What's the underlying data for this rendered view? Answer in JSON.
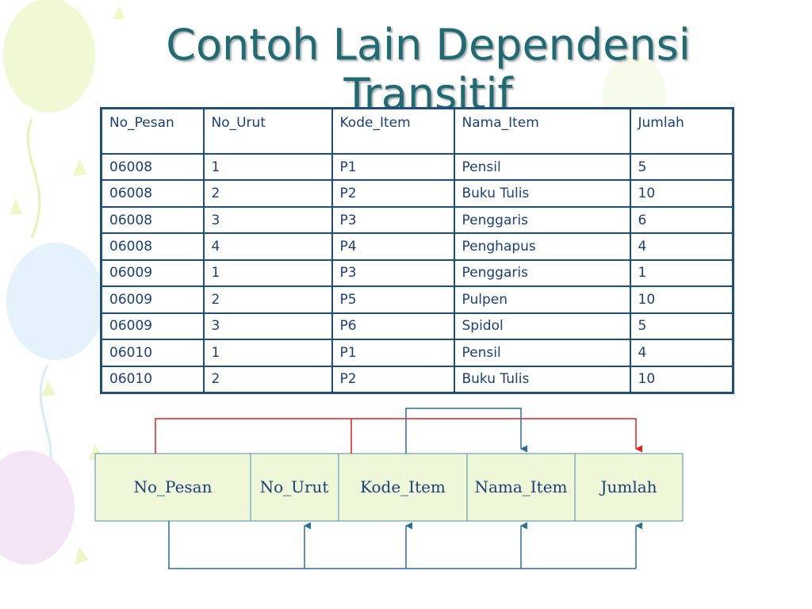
{
  "slide": {
    "title_line1": "Contoh Lain Dependensi",
    "title_line2": "Transitif"
  },
  "table": {
    "headers": [
      "No_Pesan",
      "No_Urut",
      "Kode_Item",
      "Nama_Item",
      "Jumlah"
    ],
    "rows": [
      [
        "06008",
        "1",
        "P1",
        "Pensil",
        "5"
      ],
      [
        "06008",
        "2",
        "P2",
        "Buku Tulis",
        "10"
      ],
      [
        "06008",
        "3",
        "P3",
        "Penggaris",
        "6"
      ],
      [
        "06008",
        "4",
        "P4",
        "Penghapus",
        "4"
      ],
      [
        "06009",
        "1",
        "P3",
        "Penggaris",
        "1"
      ],
      [
        "06009",
        "2",
        "P5",
        "Pulpen",
        "10"
      ],
      [
        "06009",
        "3",
        "P6",
        "Spidol",
        "5"
      ],
      [
        "06010",
        "1",
        "P1",
        "Pensil",
        "4"
      ],
      [
        "06010",
        "2",
        "P2",
        "Buku Tulis",
        "10"
      ]
    ]
  },
  "diagram": {
    "attributes": [
      "No_Pesan",
      "No_Urut",
      "Kode_Item",
      "Nama_Item",
      "Jumlah"
    ],
    "colors": {
      "box_fill": "#eef7d8",
      "box_border": "#4f8fb3",
      "partial_dependency": "#e02020",
      "transitive_dependency": "#2a6e9a",
      "full_dependency": "#2a6e9a"
    }
  },
  "theme": {
    "title_color": "#1f6b74",
    "table_border": "#1d4f7a",
    "table_text": "#1b3f7a"
  }
}
